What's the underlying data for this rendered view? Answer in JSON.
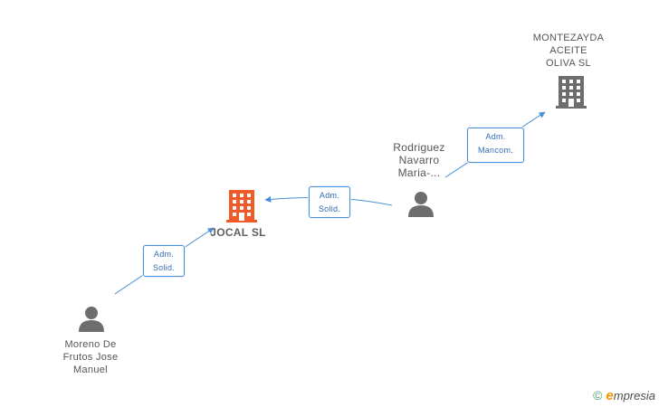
{
  "nodes": {
    "montezayda": {
      "lines": [
        "MONTEZAYDA",
        "ACEITE",
        "OLIVA SL"
      ],
      "icon": "building-icon",
      "color": "#6d6d6d"
    },
    "rodriguez": {
      "lines": [
        "Rodriguez",
        "Navarro",
        "Maria-..."
      ],
      "icon": "person-icon",
      "color": "#6d6d6d"
    },
    "jocal": {
      "lines": [
        "JOCAL SL"
      ],
      "icon": "building-icon",
      "color": "#f05a28"
    },
    "moreno": {
      "lines": [
        "Moreno De",
        "Frutos Jose",
        "Manuel"
      ],
      "icon": "person-icon",
      "color": "#6d6d6d"
    }
  },
  "edges": {
    "rodriguez_montezayda": {
      "lines": [
        "Adm.",
        "Mancom."
      ]
    },
    "rodriguez_jocal": {
      "lines": [
        "Adm.",
        "Solid."
      ]
    },
    "moreno_jocal": {
      "lines": [
        "Adm.",
        "Solid."
      ]
    }
  },
  "colors": {
    "edge": "#4a8fd6",
    "accent_company": "#f05a28"
  },
  "footer": {
    "copyright": "©",
    "brand_e": "e",
    "brand_rest": "mpresia"
  }
}
